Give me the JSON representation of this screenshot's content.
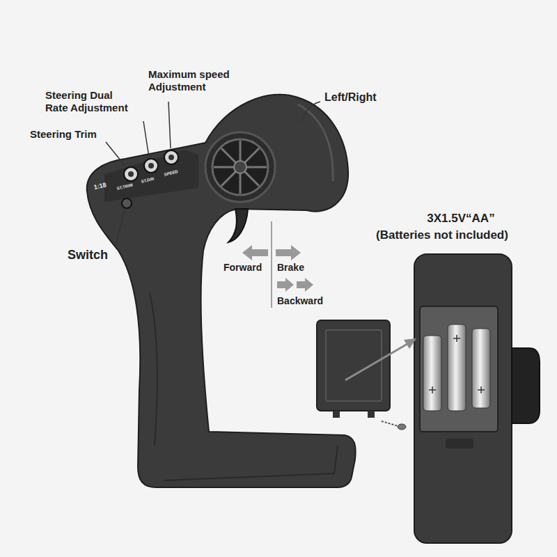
{
  "diagram": {
    "labels": [
      "Maximum speed Adjustment",
      "Steering Dual Rate Adjustment",
      "Steering Trim",
      "Switch",
      "Left/Right",
      "Forward",
      "Brake",
      "Backward",
      "3X1.5V“AA”",
      "(Batteries not included)",
      "1:18",
      "ST.TRIM",
      "ST.D/R",
      "SPEED"
    ]
  }
}
